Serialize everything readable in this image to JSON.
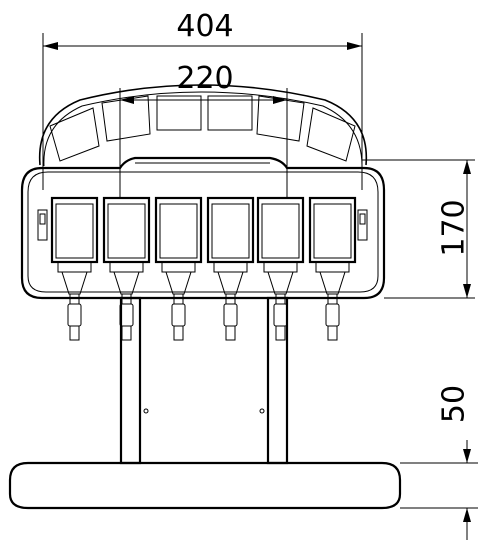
{
  "drawing": {
    "dimensions": {
      "overall_width": "404",
      "inner_width": "220",
      "body_height": "170",
      "base_height": "50"
    }
  }
}
